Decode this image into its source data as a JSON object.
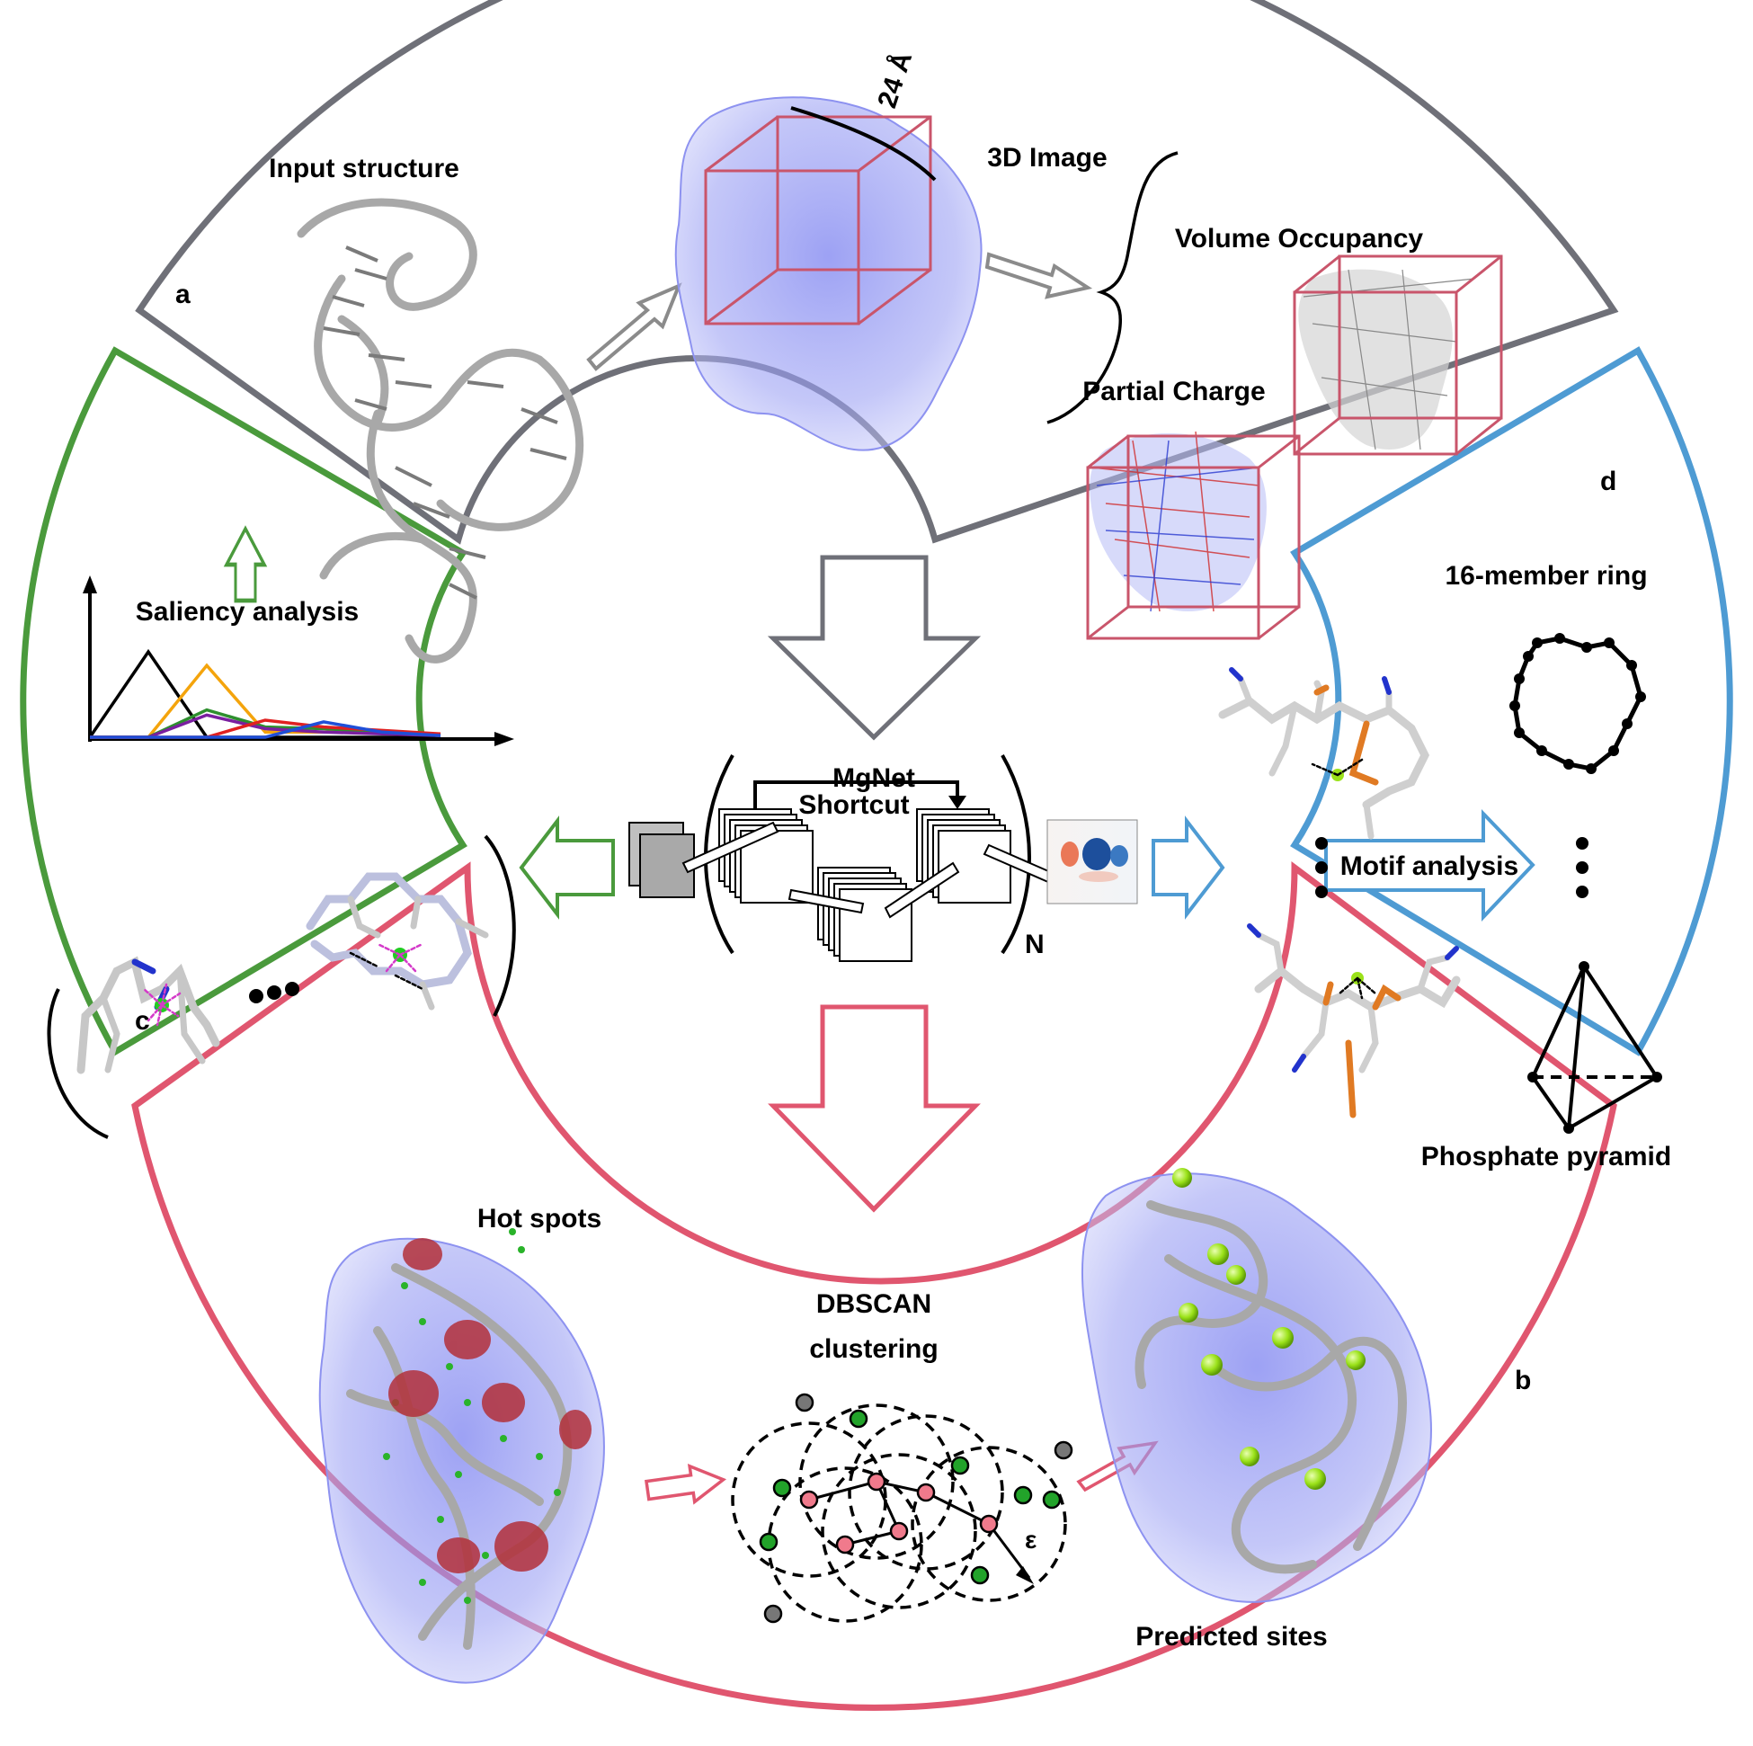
{
  "panels": {
    "a": {
      "letter": "a",
      "input_structure": "Input structure",
      "image_3d": "3D Image",
      "cube_size": "24 Å",
      "volume_occupancy": "Volume Occupancy",
      "partial_charge": "Partial Charge"
    },
    "b": {
      "letter": "b",
      "hot_spots": "Hot spots",
      "dbscan_line1": "DBSCAN",
      "dbscan_line2": "clustering",
      "epsilon": "ε",
      "predicted_sites": "Predicted sites"
    },
    "c": {
      "letter": "c",
      "saliency": "Saliency analysis"
    },
    "d": {
      "letter": "d",
      "ring": "16-member ring",
      "motif": "Motif analysis",
      "pyramid": "Phosphate pyramid"
    }
  },
  "center": {
    "mgnet": "MgNet",
    "shortcut": "Shortcut",
    "n": "N"
  },
  "colors": {
    "gray": "#6f7078",
    "green": "#4a9a3c",
    "blue": "#4e9bd3",
    "pink": "#e0566f",
    "cube": "#c9556b",
    "cloud": "#6f74ea",
    "ion": "#9be21a"
  },
  "saliency_chart": {
    "type": "line",
    "series": [
      {
        "color": "#000000",
        "values": [
          0,
          5,
          0,
          0,
          0,
          0,
          0
        ]
      },
      {
        "color": "#f4a40c",
        "values": [
          0,
          0,
          4.2,
          0.3,
          0.3,
          0.3,
          0.1
        ]
      },
      {
        "color": "#2e8f2e",
        "values": [
          0,
          0,
          1.6,
          0.6,
          0.5,
          0.3,
          0.1
        ]
      },
      {
        "color": "#7a1fa0",
        "values": [
          0,
          0,
          1.3,
          0.5,
          0.3,
          0.2,
          0.1
        ]
      },
      {
        "color": "#e02020",
        "values": [
          0,
          0,
          0,
          1,
          0.6,
          0.4,
          0.2
        ]
      },
      {
        "color": "#1f4fd8",
        "values": [
          0,
          0,
          0,
          0,
          0.9,
          0.3,
          0.1
        ]
      }
    ]
  }
}
